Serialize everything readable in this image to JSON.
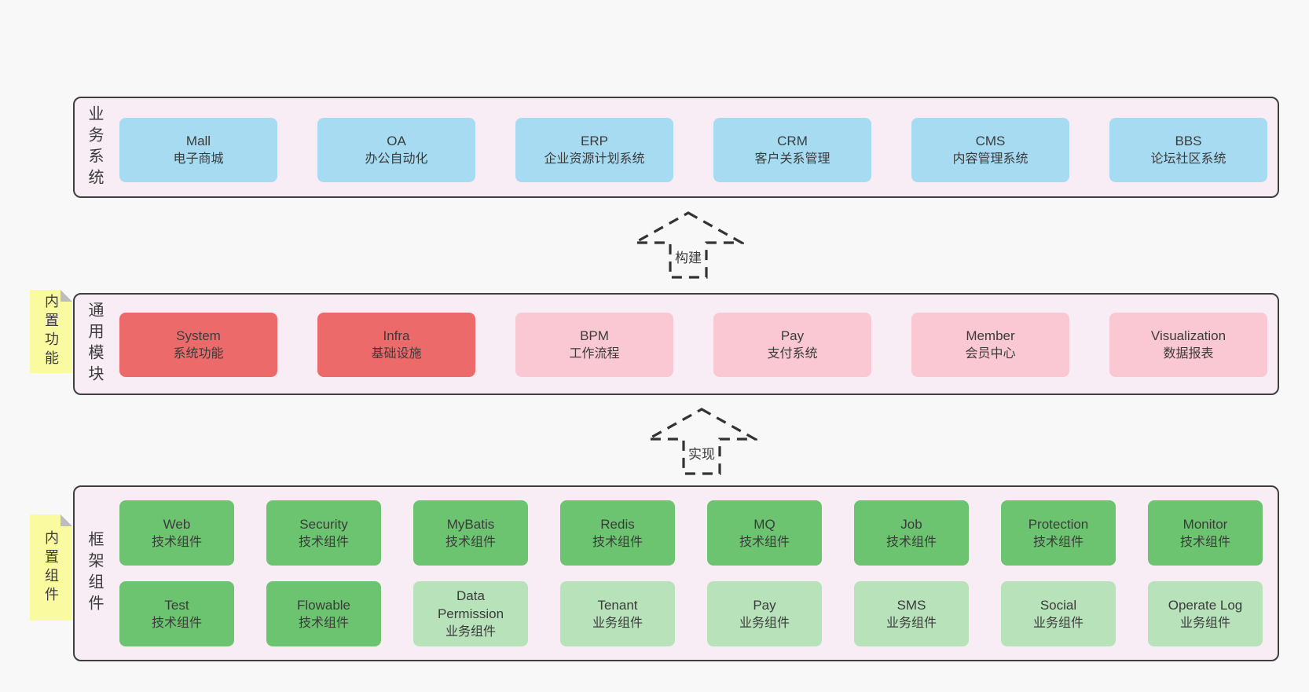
{
  "colors": {
    "page_bg": "#f8f8f8",
    "band_bg": "#f8ecf5",
    "band_border": "#3f3f3f",
    "blue": "#a7dbf2",
    "red": "#ed6a6b",
    "pink": "#f9c8d3",
    "green": "#6cc370",
    "light_green": "#b7e2ba",
    "sticky_yellow": "#fafaa0"
  },
  "bands": {
    "business": {
      "label": "业务系统",
      "boxes": [
        {
          "name": "Mall",
          "desc": "电子商城",
          "variant": "blue"
        },
        {
          "name": "OA",
          "desc": "办公自动化",
          "variant": "blue"
        },
        {
          "name": "ERP",
          "desc": "企业资源计划系统",
          "variant": "blue"
        },
        {
          "name": "CRM",
          "desc": "客户关系管理",
          "variant": "blue"
        },
        {
          "name": "CMS",
          "desc": "内容管理系统",
          "variant": "blue"
        },
        {
          "name": "BBS",
          "desc": "论坛社区系统",
          "variant": "blue"
        }
      ]
    },
    "modules": {
      "label": "通用模块",
      "sticky_note": "内置功能",
      "boxes": [
        {
          "name": "System",
          "desc": "系统功能",
          "variant": "red"
        },
        {
          "name": "Infra",
          "desc": "基础设施",
          "variant": "red"
        },
        {
          "name": "BPM",
          "desc": "工作流程",
          "variant": "pink"
        },
        {
          "name": "Pay",
          "desc": "支付系统",
          "variant": "pink"
        },
        {
          "name": "Member",
          "desc": "会员中心",
          "variant": "pink"
        },
        {
          "name": "Visualization",
          "desc": "数据报表",
          "variant": "pink"
        }
      ]
    },
    "framework": {
      "label": "框架组件",
      "sticky_note": "内置组件",
      "boxes": [
        {
          "name": "Web",
          "desc": "技术组件",
          "variant": "green"
        },
        {
          "name": "Security",
          "desc": "技术组件",
          "variant": "green"
        },
        {
          "name": "MyBatis",
          "desc": "技术组件",
          "variant": "green"
        },
        {
          "name": "Redis",
          "desc": "技术组件",
          "variant": "green"
        },
        {
          "name": "MQ",
          "desc": "技术组件",
          "variant": "green"
        },
        {
          "name": "Job",
          "desc": "技术组件",
          "variant": "green"
        },
        {
          "name": "Protection",
          "desc": "技术组件",
          "variant": "green"
        },
        {
          "name": "Monitor",
          "desc": "技术组件",
          "variant": "green"
        },
        {
          "name": "Test",
          "desc": "技术组件",
          "variant": "green"
        },
        {
          "name": "Flowable",
          "desc": "技术组件",
          "variant": "green"
        },
        {
          "name": "Data Permission",
          "desc": "业务组件",
          "variant": "light-green"
        },
        {
          "name": "Tenant",
          "desc": "业务组件",
          "variant": "light-green"
        },
        {
          "name": "Pay",
          "desc": "业务组件",
          "variant": "light-green"
        },
        {
          "name": "SMS",
          "desc": "业务组件",
          "variant": "light-green"
        },
        {
          "name": "Social",
          "desc": "业务组件",
          "variant": "light-green"
        },
        {
          "name": "Operate Log",
          "desc": "业务组件",
          "variant": "light-green"
        }
      ]
    }
  },
  "arrows": {
    "build": {
      "label": "构建"
    },
    "implement": {
      "label": "实现"
    }
  }
}
